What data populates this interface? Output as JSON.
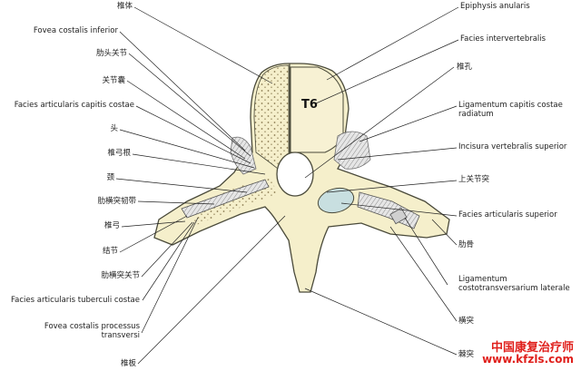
{
  "vertebra_label": "T6",
  "left_labels": [
    {
      "key": "l1",
      "text": "椎体"
    },
    {
      "key": "l2",
      "text": "Fovea costalis inferior"
    },
    {
      "key": "l3",
      "text": "肋头关节"
    },
    {
      "key": "l4",
      "text": "关节囊"
    },
    {
      "key": "l5",
      "text": "Facies articularis capitis costae"
    },
    {
      "key": "l6",
      "text": "头"
    },
    {
      "key": "l7",
      "text": "椎弓根"
    },
    {
      "key": "l8",
      "text": "颈"
    },
    {
      "key": "l9",
      "text": "肋横突韧带"
    },
    {
      "key": "l10",
      "text": "椎弓"
    },
    {
      "key": "l11",
      "text": "结节"
    },
    {
      "key": "l12",
      "text": "肋横突关节"
    },
    {
      "key": "l13",
      "text": "Facies articularis tuberculi costae"
    },
    {
      "key": "l14",
      "text": "Fovea costalis processus transversi"
    },
    {
      "key": "l15",
      "text": "椎板"
    }
  ],
  "right_labels": [
    {
      "key": "r1",
      "text": "Epiphysis anularis"
    },
    {
      "key": "r2",
      "text": "Facies intervertebralis"
    },
    {
      "key": "r3",
      "text": "椎孔"
    },
    {
      "key": "r4",
      "text": "Ligamentum capitis costae radiatum"
    },
    {
      "key": "r5",
      "text": "Incisura vertebralis superior"
    },
    {
      "key": "r6",
      "text": "上关节突"
    },
    {
      "key": "r7",
      "text": "Facies articularis superior"
    },
    {
      "key": "r8",
      "text": "肋骨"
    },
    {
      "key": "r9",
      "text": "Ligamentum costotransversarium laterale"
    },
    {
      "key": "r10",
      "text": "横突"
    },
    {
      "key": "r11",
      "text": "棘突"
    }
  ],
  "watermark": {
    "title": "中国康复治疗师",
    "url": "www.kfzls.com"
  },
  "colors": {
    "bone": "#f5efcb",
    "outline": "#4a4a3a",
    "cartilage": "#c8dfe0",
    "ligament": "#bdbdbd",
    "leader": "#222222",
    "watermark": "#e0201c"
  }
}
